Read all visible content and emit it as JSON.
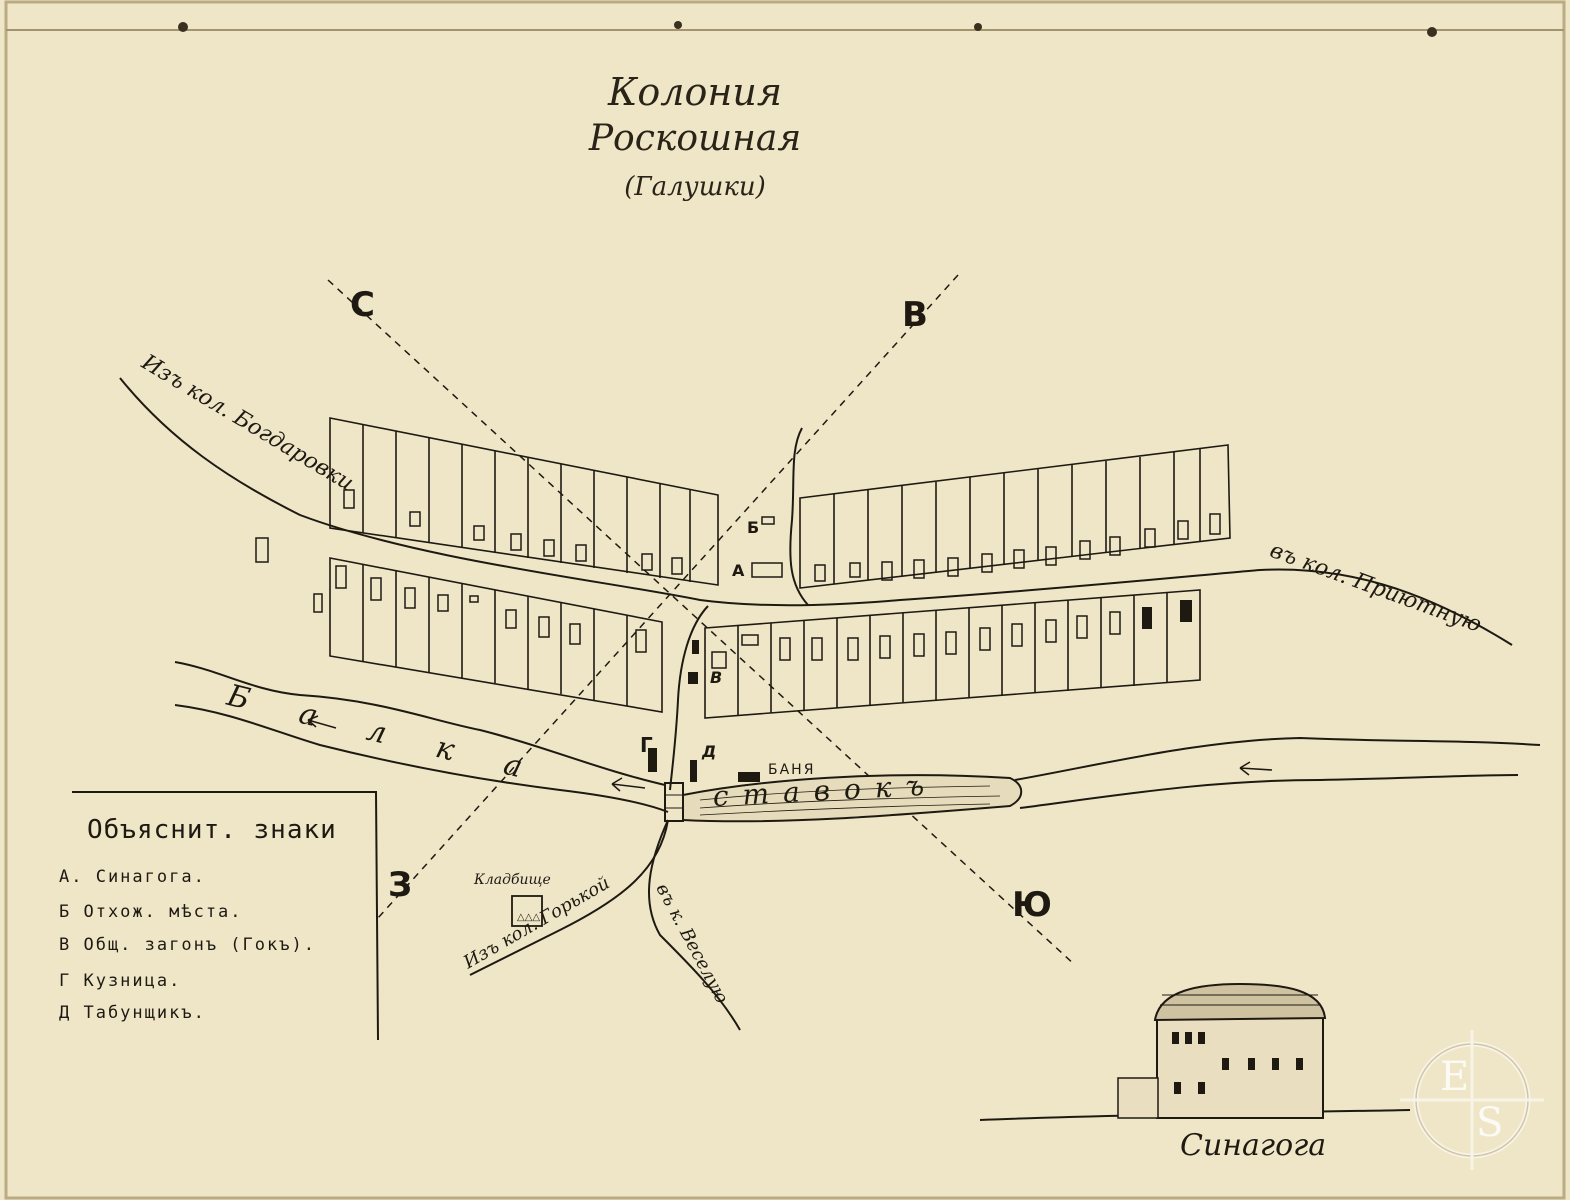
{
  "title": {
    "line1": "Колония",
    "line2": "Роскошная",
    "line3": "(Галушки)"
  },
  "compass": {
    "north": "С",
    "east": "В",
    "south": "Ю",
    "west": "З"
  },
  "roads": {
    "from_bogdarovka": "Изъ кол. Богдаровки",
    "to_priyutnaya": "въ кол. Приютную",
    "from_gorkaya": "Изъ кол. Горькой",
    "to_veselaya": "въ к. Веселую"
  },
  "water": {
    "river": "Балка",
    "pond": "ставокъ"
  },
  "places": {
    "bath": "БАНЯ",
    "cemetery": "Кладбище"
  },
  "markers": {
    "a": "А",
    "b": "Б",
    "v": "В",
    "g": "Г",
    "d": "Д"
  },
  "legend": {
    "title": "Объяснит. знаки",
    "items": [
      "А. Синагога.",
      "Б Отхож. мѣста.",
      "В Общ. загонъ (Гокъ).",
      "Г Кузница.",
      "Д Табунщикъ."
    ]
  },
  "caption": "Синагога",
  "watermark": {
    "top": "E",
    "bottom": "S"
  },
  "colors": {
    "paper": "#efe6c8",
    "ink": "#1e1a12"
  }
}
